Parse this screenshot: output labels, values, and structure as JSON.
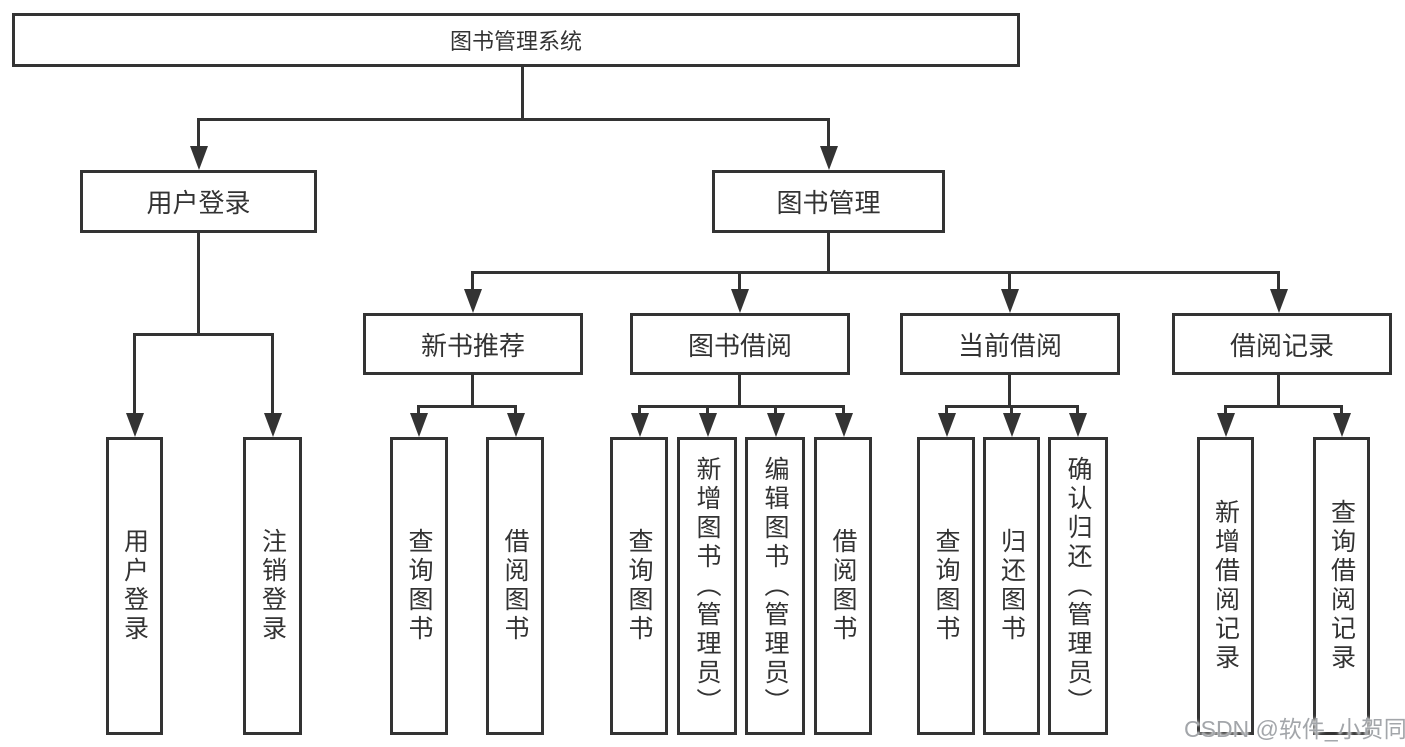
{
  "tree": {
    "label": "图书管理系统",
    "children": [
      {
        "label": "用户登录",
        "children": [
          {
            "label": "用户登录"
          },
          {
            "label": "注销登录"
          }
        ]
      },
      {
        "label": "图书管理",
        "children": [
          {
            "label": "新书推荐",
            "children": [
              {
                "label": "查询图书"
              },
              {
                "label": "借阅图书"
              }
            ]
          },
          {
            "label": "图书借阅",
            "children": [
              {
                "label": "查询图书"
              },
              {
                "label": "新增图书（管理员）"
              },
              {
                "label": "编辑图书（管理员）"
              },
              {
                "label": "借阅图书"
              }
            ]
          },
          {
            "label": "当前借阅",
            "children": [
              {
                "label": "查询图书"
              },
              {
                "label": "归还图书"
              },
              {
                "label": "确认归还（管理员）"
              }
            ]
          },
          {
            "label": "借阅记录",
            "children": [
              {
                "label": "新增借阅记录"
              },
              {
                "label": "查询借阅记录"
              }
            ]
          }
        ]
      }
    ]
  },
  "watermark": "CSDN @软件_小贺同学",
  "colors": {
    "line": "#333333",
    "text": "#333333",
    "watermark": "#a3a6aa",
    "background": "#ffffff"
  }
}
